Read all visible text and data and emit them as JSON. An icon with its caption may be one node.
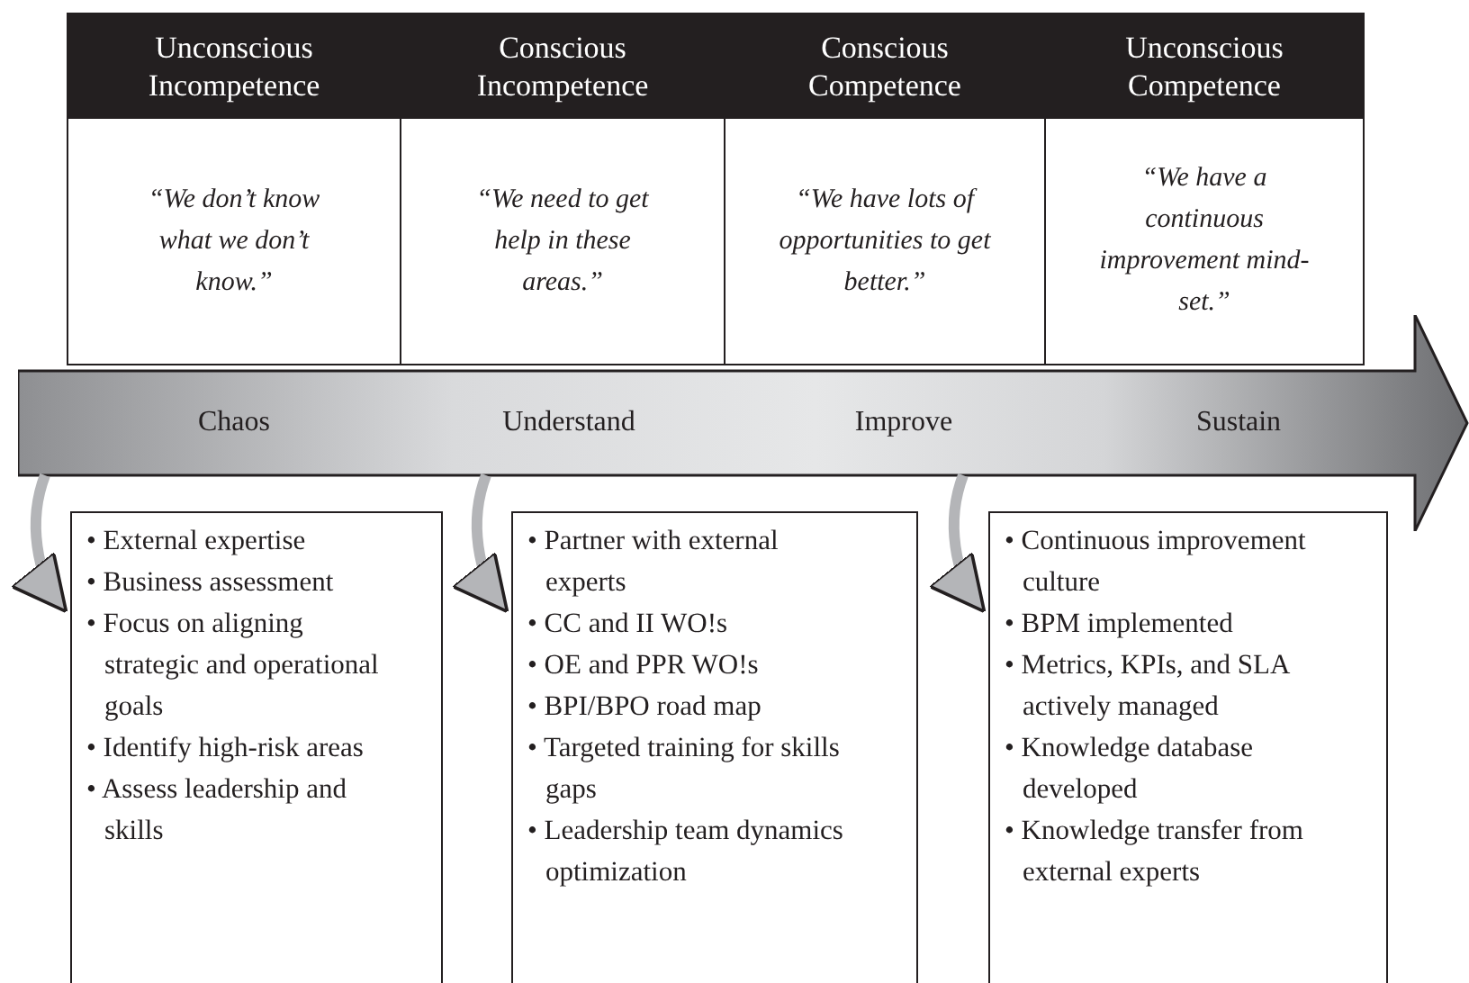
{
  "diagram": {
    "nodes": [
      {
        "text": [
          "Unconscious Incompetence",
          "“We don’t know what we don’t know.”"
        ]
      },
      {
        "text": [
          "Conscious Incompetence",
          "“We need to get help in these areas.”"
        ]
      },
      {
        "text": [
          "Conscious Competence",
          "“We have lots of opportunities to get better.”"
        ]
      },
      {
        "text": [
          "Unconscious Competence",
          "“We have a continuous improvement mind-set.”"
        ]
      },
      {
        "text": [
          "Chaos",
          "Understand",
          "Improve",
          "Sustain"
        ]
      },
      {
        "text": [
          "• External expertise",
          "• Business assessment",
          "• Focus on aligning strategic and operational goals",
          "• Identify high-risk areas",
          "• Assess leadership and skills"
        ]
      },
      {
        "text": [
          "• Partner with external experts",
          "• CC and II WO!s",
          "• OE and PPR WO!s",
          "• BPI/BPO road map",
          "• Targeted training for skills gaps",
          "• Leadership team dynamics optimization"
        ]
      },
      {
        "text": [
          "• Continuous improvement culture",
          "• BPM implemented",
          "• Metrics, KPIs, and SLA actively managed",
          "• Knowledge database developed",
          "• Knowledge transfer from external experts"
        ]
      }
    ],
    "edges": [
      {
        "from": 4,
        "to": 5,
        "arrow": "to"
      },
      {
        "from": 4,
        "to": 6,
        "arrow": "to"
      },
      {
        "from": 4,
        "to": 7,
        "arrow": "to"
      }
    ]
  }
}
